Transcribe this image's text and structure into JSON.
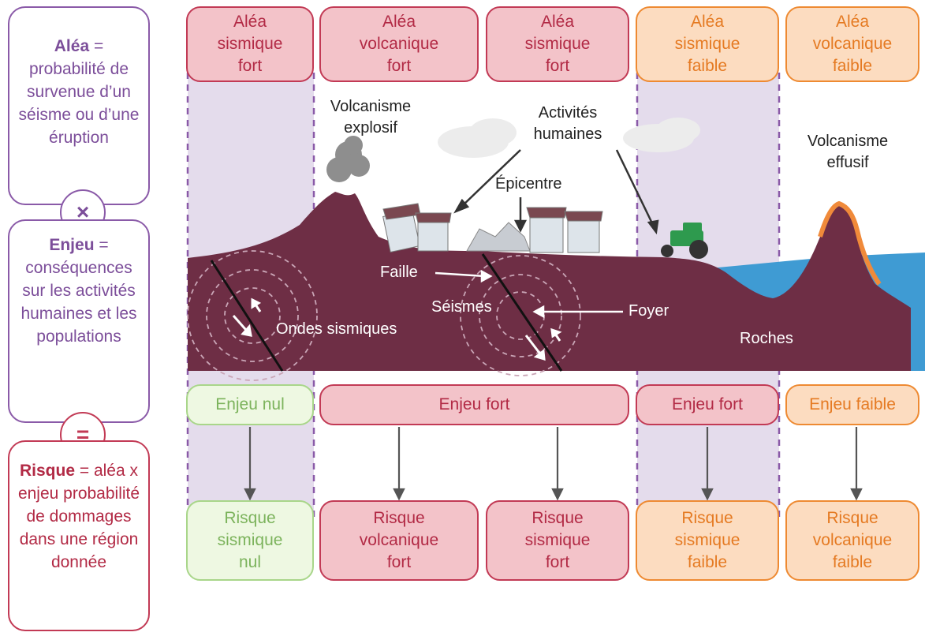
{
  "sidebar": {
    "alea_term": "Aléa",
    "alea_def": "= probabilité de survenue d’un séisme ou d’une éruption",
    "times_symbol": "×",
    "enjeu_term": "Enjeu",
    "enjeu_def": "= conséquences sur les activités humaines et les populations",
    "equals_symbol": "=",
    "risque_term": "Risque",
    "risque_def": "= aléa x enjeu probabilité de dommages dans une région donnée"
  },
  "hazards": [
    {
      "label": "Aléa\nsismique\nfort"
    },
    {
      "label": "Aléa\nvolcanique\nfort"
    },
    {
      "label": "Aléa\nsismique\nfort"
    },
    {
      "label": "Aléa\nsismique\nfaible"
    },
    {
      "label": "Aléa\nvolcanique\nfaible"
    }
  ],
  "scene_labels": {
    "explosive": "Volcanisme\nexplosif",
    "human": "Activités\nhumaines",
    "effusive": "Volcanisme\neffusif",
    "epicentre": "Épicentre",
    "fault": "Faille",
    "earthquakes": "Séismes",
    "focus": "Foyer",
    "waves": "Ondes sismiques",
    "rocks": "Roches"
  },
  "stakes": [
    {
      "label": "Enjeu nul"
    },
    {
      "label": "Enjeu fort"
    },
    {
      "label": "Enjeu fort"
    },
    {
      "label": "Enjeu faible"
    }
  ],
  "risks": [
    {
      "label": "Risque\nsismique\nnul"
    },
    {
      "label": "Risque\nvolcanique\nfort"
    },
    {
      "label": "Risque\nsismique\nfort"
    },
    {
      "label": "Risque\nsismique\nfaible"
    },
    {
      "label": "Risque\nvolcanique\nfaible"
    }
  ],
  "colors": {
    "rock": "#6e2e45",
    "purple_zone": "#e4dcec",
    "water": "#3f9bd3",
    "strong": "#c23a55",
    "weak": "#ee8a32",
    "null": "#a9d68a"
  }
}
